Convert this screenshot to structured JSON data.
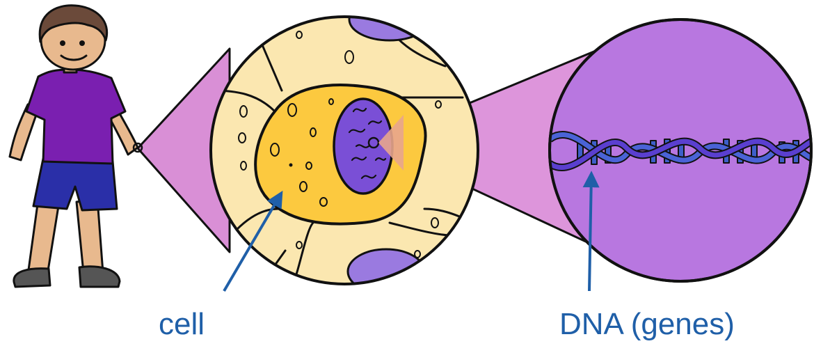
{
  "labels": {
    "cell": "cell",
    "dna": "DNA (genes)"
  },
  "colors": {
    "outline": "#111111",
    "skin": "#e8b98e",
    "hair": "#6b4a3a",
    "shirt": "#7a1fb0",
    "shorts": "#2a2fa8",
    "shoes": "#555555",
    "cone_left": "#d98fd6",
    "cone_right": "#dd95db",
    "cell_outer": "#fbe7b0",
    "cytoplasm": "#fcc93f",
    "nucleus": "#7a4fd6",
    "dna_circle": "#b877e0",
    "helix": "#3d5fc9",
    "arrow": "#1f5fa8",
    "label_text": "#1f5fa8"
  },
  "icons": {
    "person": "person-figure",
    "cell": "cell-circle",
    "dna": "dna-double-helix"
  }
}
